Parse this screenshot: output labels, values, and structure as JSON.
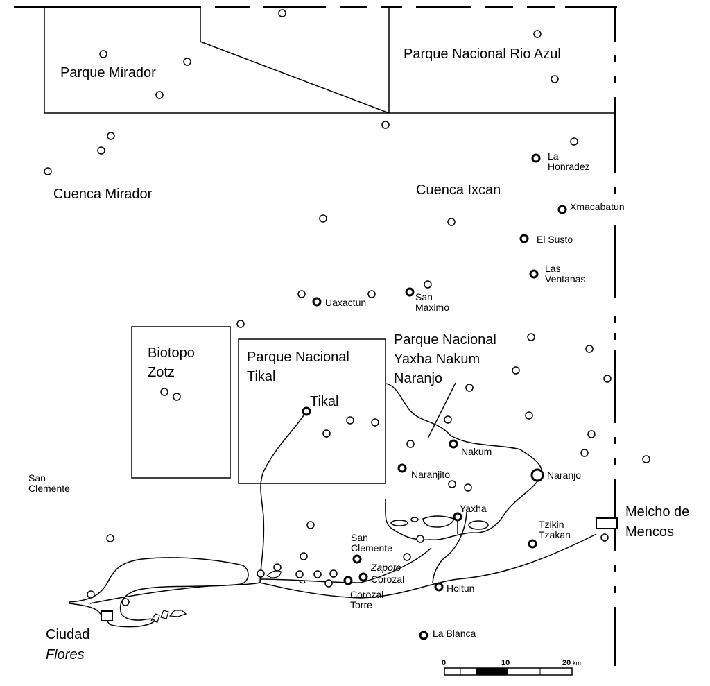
{
  "regions": {
    "parque_mirador": "Parque Mirador",
    "parque_rio_azul": "Parque Nacional Rio Azul",
    "cuenca_mirador": "Cuenca Mirador",
    "cuenca_ixcan": "Cuenca Ixcan",
    "biotopo_zotz": [
      "Biotopo",
      "Zotz"
    ],
    "parque_tikal": [
      "Parque Nacional",
      "Tikal"
    ],
    "parque_yaxha": [
      "Parque Nacional",
      "Yaxha Nakum",
      "Naranjo"
    ]
  },
  "sites": {
    "la_honradez": [
      "La",
      "Honradez"
    ],
    "xmacabatun": "Xmacabatun",
    "el_susto": "El Susto",
    "las_ventanas": [
      "Las",
      "Ventanas"
    ],
    "uaxactun": "Uaxactun",
    "san_maximo": [
      "San",
      "Maximo"
    ],
    "tikal": "Tikal",
    "nakum": "Nakum",
    "naranjito": "Naranjito",
    "naranjo": "Naranjo",
    "yaxha": "Yaxha",
    "san_clemente_site": [
      "San",
      "Clemente"
    ],
    "zapote": "Zapote",
    "corozal": "Corozal",
    "corozal_torre": [
      "Corozal",
      "Torre"
    ],
    "holtun": "Holtun",
    "tzikin_tzakan": [
      "Tzikin",
      "Tzakan"
    ],
    "la_blanca": "La Blanca",
    "san_clemente_west": [
      "San",
      "Clemente"
    ]
  },
  "towns": {
    "melchor": [
      "Melcho de",
      "Mencos"
    ],
    "ciudad_flores": [
      "Ciudad",
      "Flores"
    ]
  },
  "scale": {
    "ticks": [
      "0",
      "10",
      "20"
    ],
    "unit": "km"
  },
  "colors": {
    "ink": "#000000",
    "paper": "#ffffff"
  }
}
